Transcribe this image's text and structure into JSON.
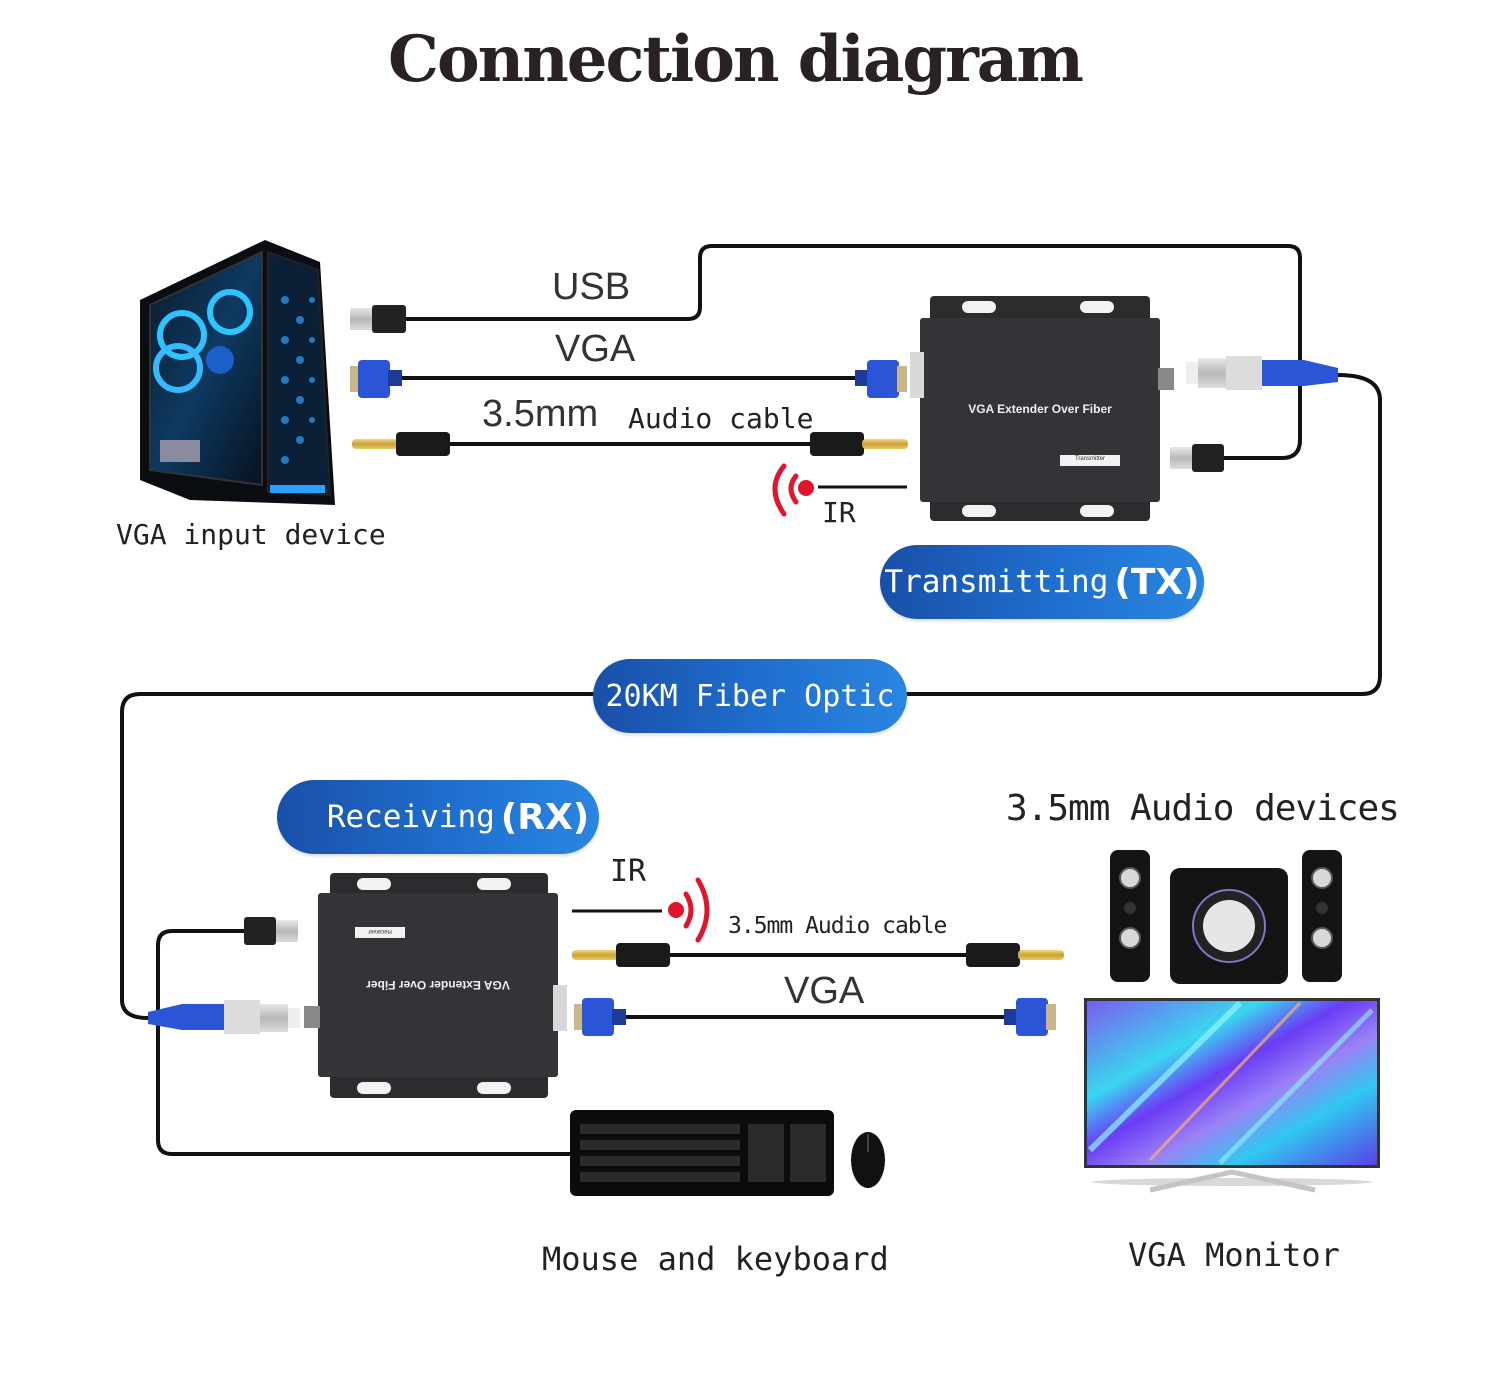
{
  "title": "Connection diagram",
  "devices": {
    "source": {
      "label": "VGA input device"
    },
    "transmitter": {
      "panel_text": "VGA Extender Over Fiber",
      "tag": "Transmitter",
      "pill_label": "Transmitting",
      "pill_code": "(TX)"
    },
    "receiver": {
      "panel_text": "VGA Extender Over Fiber",
      "tag": "Receiver",
      "pill_label": "Receiving",
      "pill_code": "(RX)"
    },
    "audio_out": {
      "label": "3.5mm  Audio devices"
    },
    "monitor": {
      "label": "VGA Monitor"
    },
    "input_peripherals": {
      "label": "Mouse and keyboard"
    }
  },
  "cables": {
    "tx_side": {
      "usb": "USB",
      "vga": "VGA",
      "audio_size": "3.5mm",
      "audio_text": "Audio cable",
      "ir": "IR"
    },
    "link": {
      "fiber": "20KM Fiber Optic"
    },
    "rx_side": {
      "ir": "IR",
      "audio": "3.5mm Audio cable",
      "vga": "VGA"
    }
  },
  "colors": {
    "pill_blue": "#1f6fcf",
    "connector_blue": "#2b55d6",
    "ir_red": "#e0142c",
    "device_body": "#2b2c2e",
    "cable": "#111111",
    "text": "#222222"
  }
}
